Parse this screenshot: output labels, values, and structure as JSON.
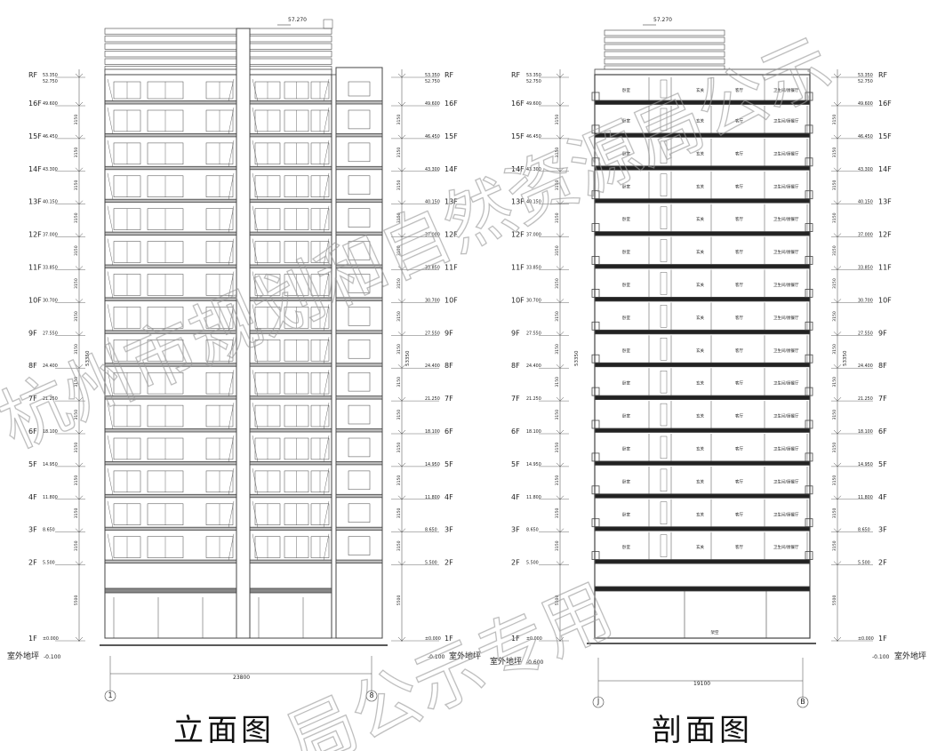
{
  "elevation": {
    "title": "立面图",
    "top_elevation": "57.270",
    "overall_dimension": "23800",
    "axis_left": "1",
    "axis_right": "8",
    "total_height_dim": "53350"
  },
  "section": {
    "title": "剖面图",
    "top_elevation": "57.270",
    "overall_dimension": "19100",
    "axis_left": "J",
    "axis_right": "B",
    "total_height_dim": "53350",
    "ground_room_label": "架空",
    "room_labels": [
      "卧室",
      "玄关",
      "客厅",
      "卫生间/厨餐厅"
    ]
  },
  "floors": [
    {
      "name": "RF",
      "elev": "53.350",
      "elev2": "52.750"
    },
    {
      "name": "16F",
      "elev": "49.600"
    },
    {
      "name": "15F",
      "elev": "46.450"
    },
    {
      "name": "14F",
      "elev": "43.300"
    },
    {
      "name": "13F",
      "elev": "40.150"
    },
    {
      "name": "12F",
      "elev": "37.000"
    },
    {
      "name": "11F",
      "elev": "33.850"
    },
    {
      "name": "10F",
      "elev": "30.700"
    },
    {
      "name": "9F",
      "elev": "27.550"
    },
    {
      "name": "8F",
      "elev": "24.400"
    },
    {
      "name": "7F",
      "elev": "21.250"
    },
    {
      "name": "6F",
      "elev": "18.100"
    },
    {
      "name": "5F",
      "elev": "14.950"
    },
    {
      "name": "4F",
      "elev": "11.800"
    },
    {
      "name": "3F",
      "elev": "8.650"
    },
    {
      "name": "2F",
      "elev": "5.500"
    },
    {
      "name": "1F",
      "elev": "±0.000"
    }
  ],
  "floor_height_dim": "3150",
  "ground_floor_height_dim": "5500",
  "outdoor": {
    "label": "室外地坪",
    "elev_elevation": "-0.100",
    "elev_section": "-0.600"
  },
  "watermark": {
    "line1": "杭州市规划和自然资源局公示",
    "line2": "局公示专用"
  }
}
